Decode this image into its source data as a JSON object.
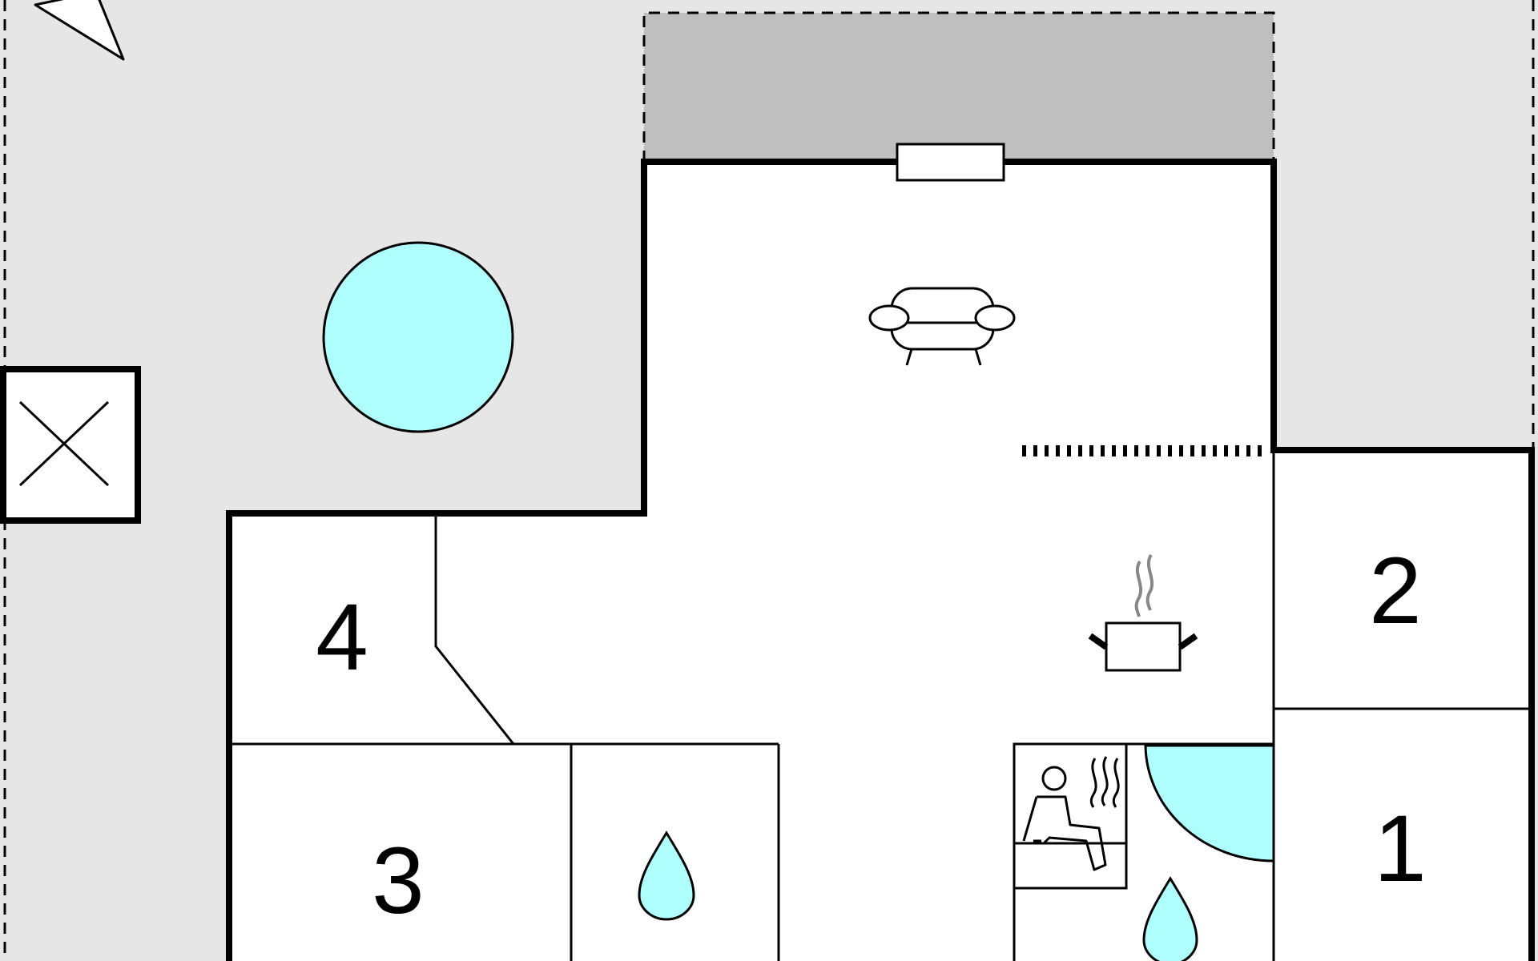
{
  "floorplan": {
    "rooms": [
      {
        "id": "room-1",
        "number": "1"
      },
      {
        "id": "room-2",
        "number": "2"
      },
      {
        "id": "room-3",
        "number": "3"
      },
      {
        "id": "room-4",
        "number": "4"
      }
    ],
    "icons": [
      "compass-north-arrow-icon",
      "pool-icon",
      "sofa-icon",
      "kitchen-pot-icon",
      "sauna-icon",
      "shower-drop-icon",
      "jacuzzi-icon",
      "skylight-x-icon"
    ],
    "colors": {
      "terrace": "#e6e6e6",
      "covered_terrace": "#bfbfbf",
      "water": "#b0ffff",
      "walls": "#000000",
      "interior": "#ffffff"
    }
  }
}
